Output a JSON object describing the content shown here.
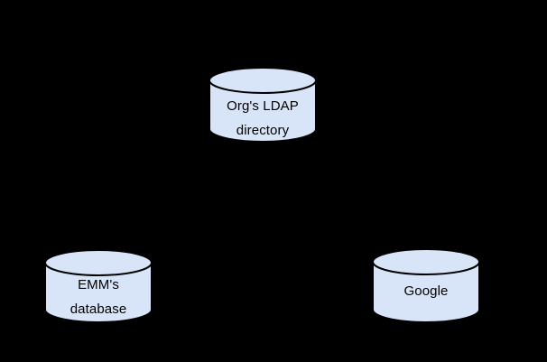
{
  "page": {
    "background_color": "#000000"
  },
  "diagram": {
    "node_style": {
      "fill": "#d8e5f8",
      "stroke": "#000000",
      "text_color": "#000000"
    },
    "nodes": {
      "ldap": {
        "shape": "database-cylinder",
        "line1": "Org's LDAP",
        "line2": "directory"
      },
      "emm": {
        "shape": "database-cylinder",
        "line1": "EMM's",
        "line2": "database"
      },
      "google": {
        "shape": "database-cylinder",
        "line1": "Google"
      }
    }
  }
}
